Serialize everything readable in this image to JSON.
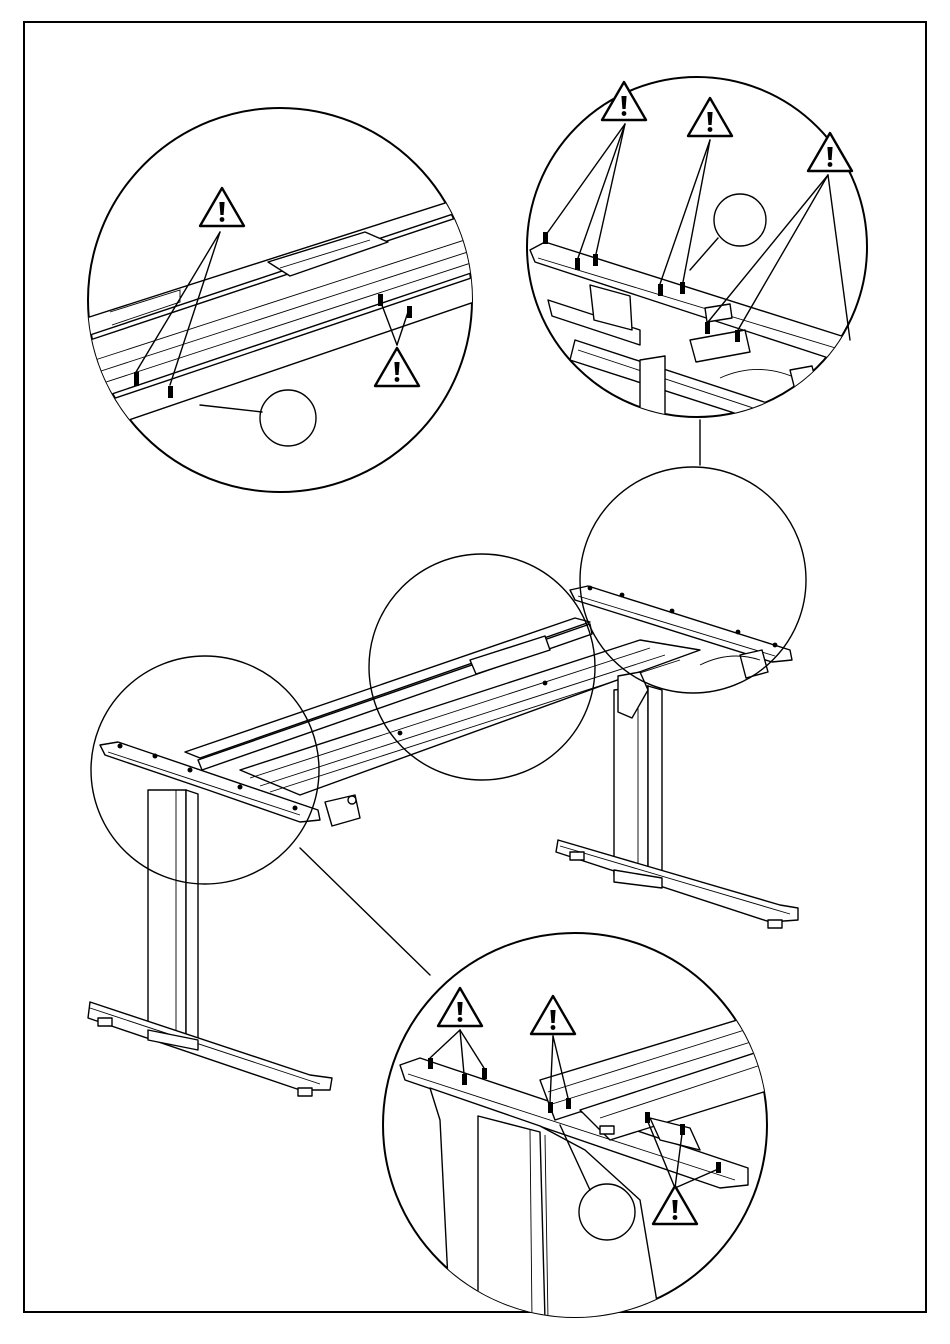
{
  "diagram": {
    "kind": "assembly-instruction",
    "description_visible_text": "",
    "callouts": [
      {
        "name": "callout-top-left",
        "warnings": 2
      },
      {
        "name": "callout-top-right",
        "warnings": 3
      },
      {
        "name": "callout-bottom-right",
        "warnings": 3
      }
    ],
    "warning_icon": "exclamation-triangle-icon",
    "line_color": "#000000",
    "background_color": "#ffffff"
  }
}
